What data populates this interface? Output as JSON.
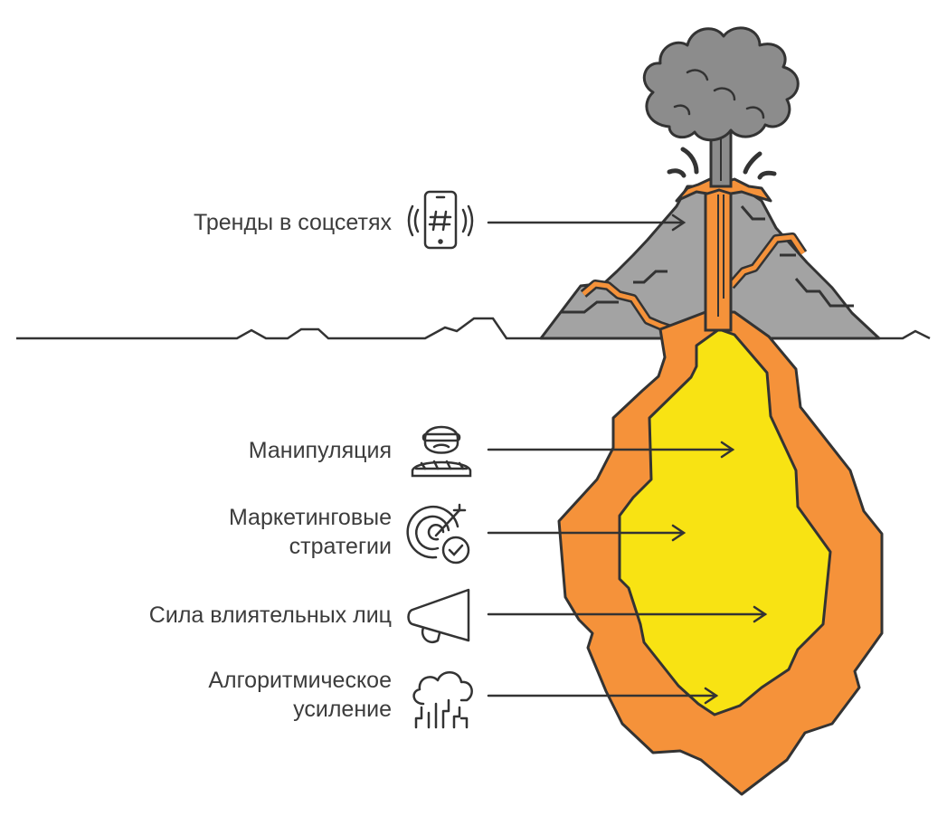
{
  "items": [
    {
      "lines": [
        "Тренды в соцсетях"
      ],
      "icon": "smartphone-hashtag-icon"
    },
    {
      "lines": [
        "Манипуляция"
      ],
      "icon": "blindfolded-person-icon"
    },
    {
      "lines": [
        "Маркетинговые",
        "стратегии"
      ],
      "icon": "target-check-icon"
    },
    {
      "lines": [
        "Сила влиятельных лиц"
      ],
      "icon": "megaphone-icon"
    },
    {
      "lines": [
        "Алгоритмическое",
        "усиление"
      ],
      "icon": "cloud-circuit-icon"
    }
  ],
  "colors": {
    "ash": "#8c8c8c",
    "rock": "#a3a3a3",
    "lava": "#f5923a",
    "core": "#f8e313",
    "stroke": "#333333",
    "text": "#3c3c3c"
  }
}
